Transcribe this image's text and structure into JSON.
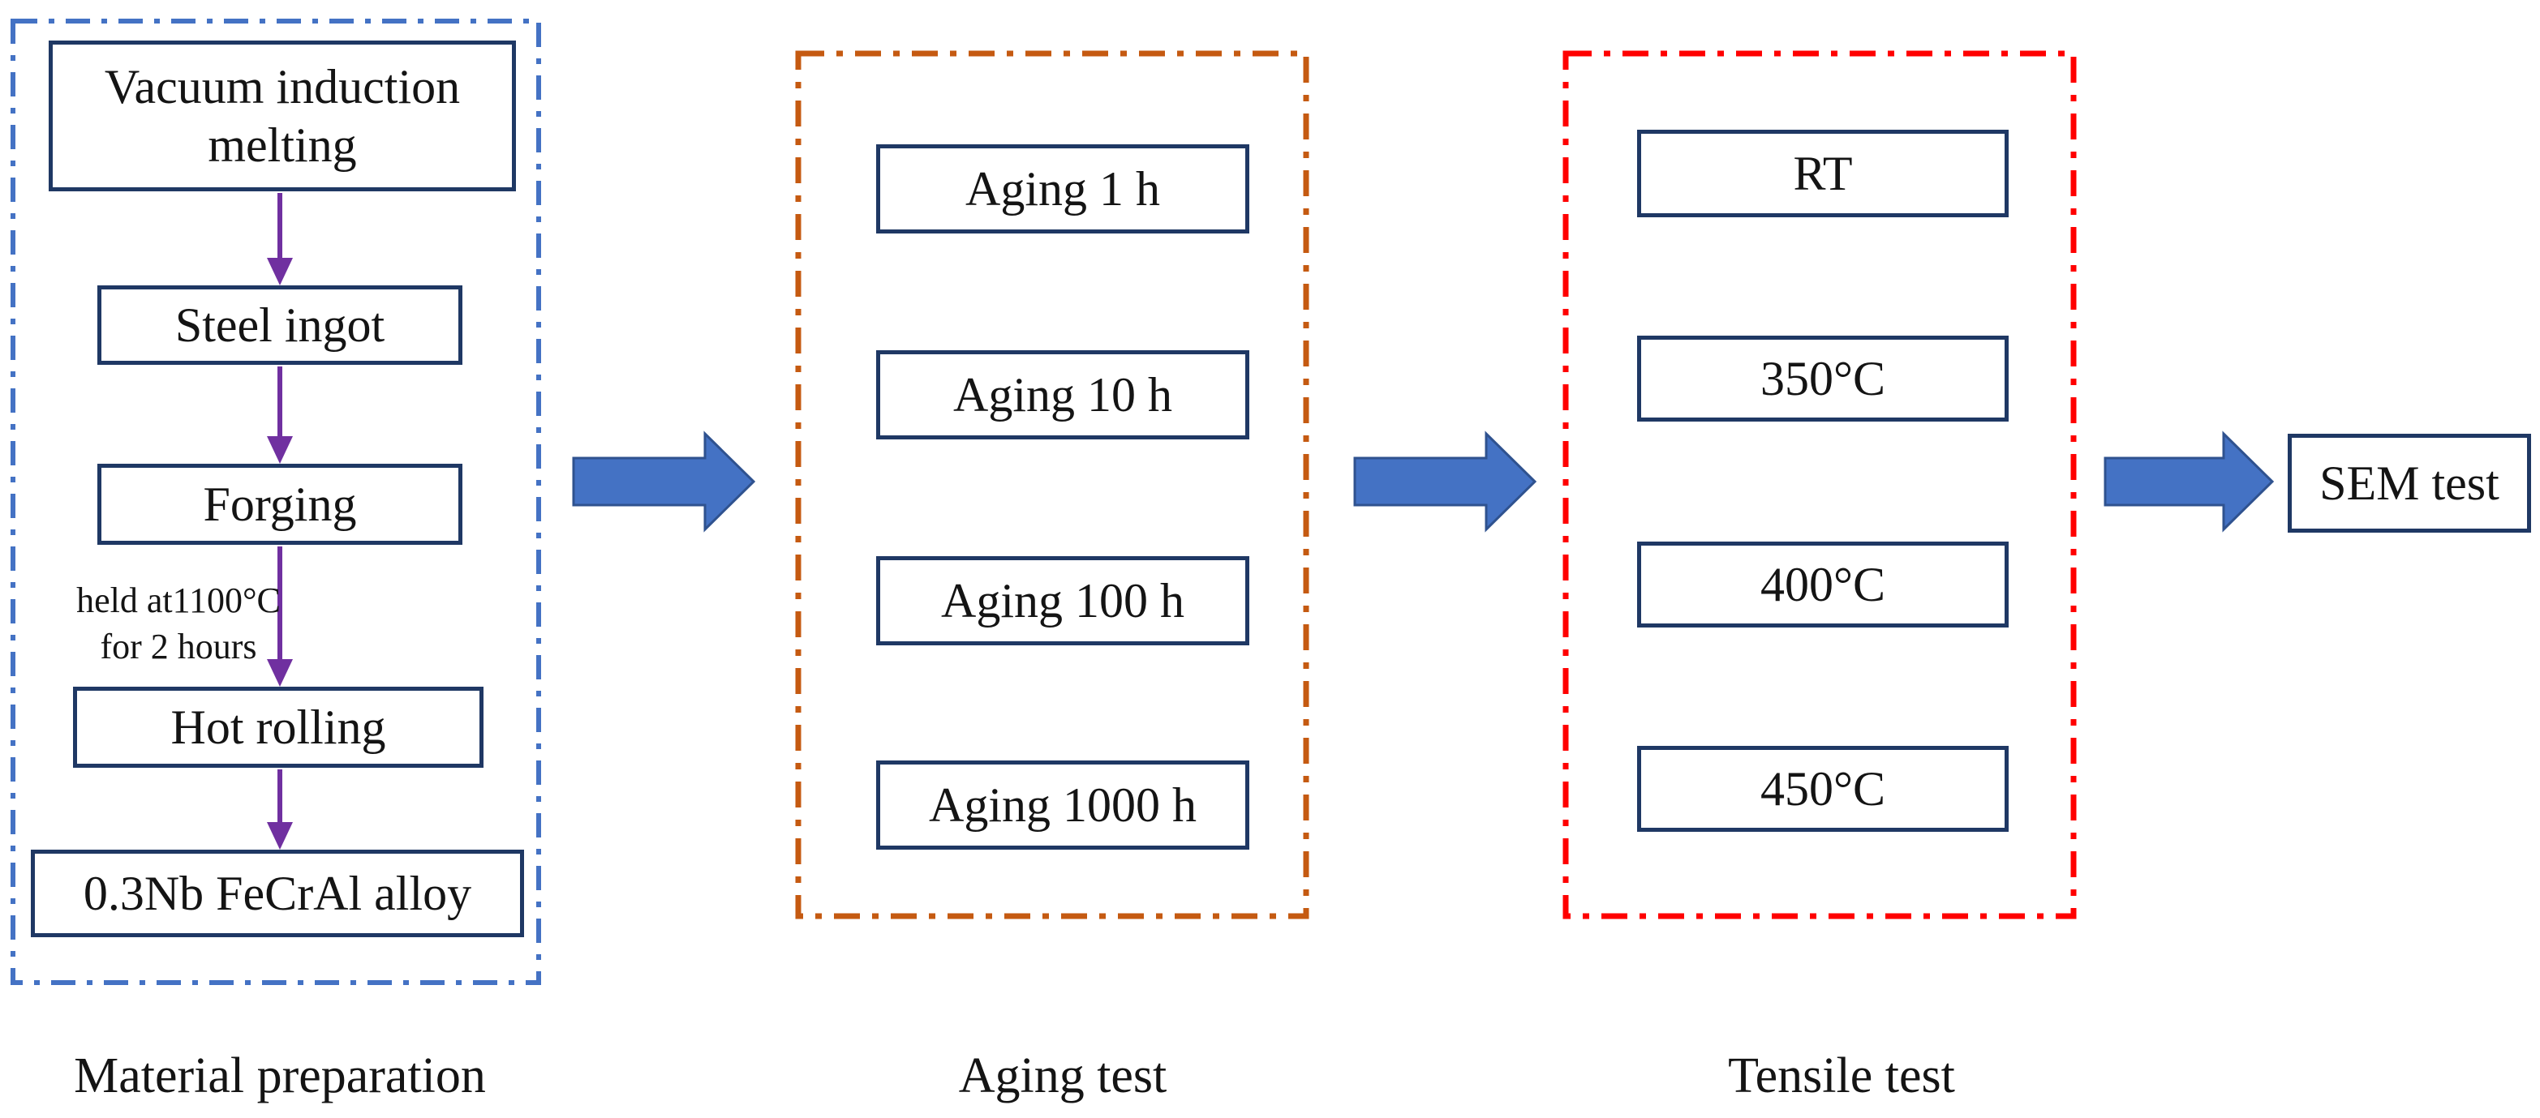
{
  "figure": {
    "type": "process-flow-diagram"
  },
  "colors": {
    "panel_blue": "#4472C4",
    "panel_orange": "#C55A11",
    "panel_red": "#FF0000",
    "box_border": "#1F3864",
    "flow_arrow": "#7030A0",
    "block_arrow_fill": "#4472C4",
    "block_arrow_stroke": "#2F528F"
  },
  "material_preparation": {
    "label": "Material preparation",
    "steps": [
      "Vacuum induction melting",
      "Steel ingot",
      "Forging",
      "Hot rolling",
      "0.3Nb FeCrAl alloy"
    ],
    "note": [
      "held at1100°C",
      "for 2 hours"
    ]
  },
  "aging_test": {
    "label": "Aging test",
    "conditions": [
      "Aging 1 h",
      "Aging 10 h",
      "Aging 100 h",
      "Aging 1000 h"
    ]
  },
  "tensile_test": {
    "label": "Tensile test",
    "temperatures": [
      "RT",
      "350°C",
      "400°C",
      "450°C"
    ]
  },
  "sem_test": {
    "label": "SEM test"
  }
}
